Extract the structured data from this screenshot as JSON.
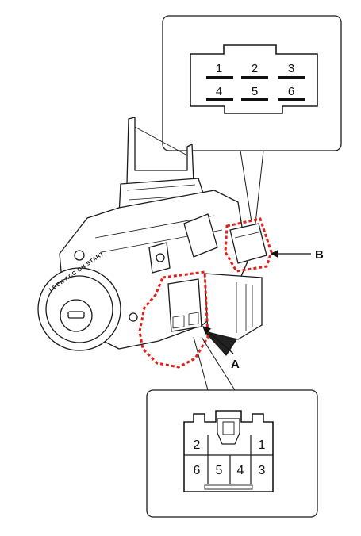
{
  "callouts": {
    "a": "A",
    "b": "B"
  },
  "connector_b": {
    "pins": [
      "1",
      "2",
      "3",
      "4",
      "5",
      "6"
    ]
  },
  "connector_a": {
    "pins": [
      "2",
      "1",
      "6",
      "5",
      "4",
      "3"
    ]
  },
  "key_cylinder": {
    "positions": "LOCK ACC ON START"
  },
  "colors": {
    "highlight": "#e0201b",
    "line": "#1a1a1a"
  }
}
